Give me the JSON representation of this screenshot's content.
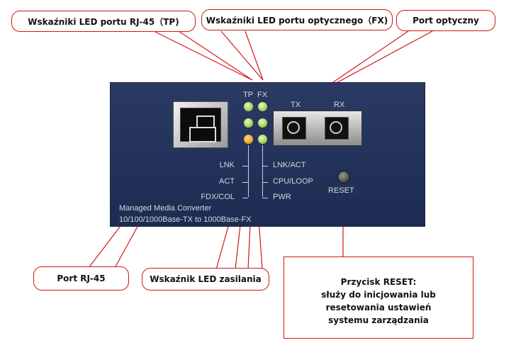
{
  "callouts": {
    "led_tp": "Wskaźniki LED portu RJ-45（TP)",
    "led_fx": "Wskaźniki LED portu optycznego（FX)",
    "optical_port": "Port optyczny",
    "rj45_port": "Port RJ-45",
    "power_led": "Wskaźnik LED zasilania"
  },
  "panel": {
    "col_tp": "TP",
    "col_fx": "FX",
    "port_tx": "TX",
    "port_rx": "RX",
    "left_labels": [
      "LNK",
      "ACT",
      "FDX/COL"
    ],
    "right_labels": [
      "LNK/ACT",
      "CPU/LOOP",
      "PWR"
    ],
    "reset": "RESET",
    "model_line1": "Managed Media Converter",
    "model_line2": "10/100/1000Base-TX to 1000Base-FX"
  },
  "reset_box": {
    "title": "Przycisk RESET:",
    "lines": [
      "służy do inicjowania lub",
      "resetowania ustawień",
      "systemu zarządzania"
    ]
  },
  "colors": {
    "callout_border": "#d01818",
    "panel": "#24345c",
    "led_green": "#9ccb4e",
    "led_amber": "#f2a020"
  }
}
